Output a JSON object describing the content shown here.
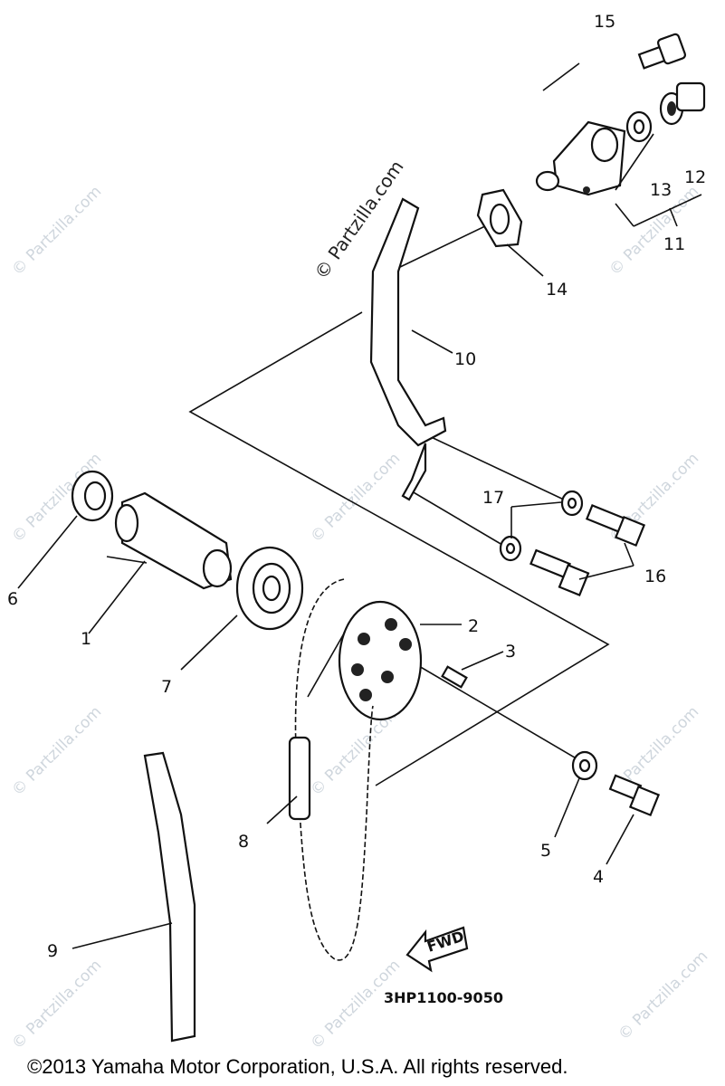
{
  "diagram": {
    "callouts": [
      "1",
      "2",
      "3",
      "4",
      "5",
      "6",
      "7",
      "8",
      "9",
      "10",
      "11",
      "12",
      "13",
      "14",
      "15",
      "16",
      "17"
    ],
    "fwd_label": "FWD",
    "diagram_code": "3HP1100-9050",
    "copyright": "©2013 Yamaha Motor Corporation, U.S.A. All rights reserved.",
    "watermark": "© Partzilla.com"
  }
}
